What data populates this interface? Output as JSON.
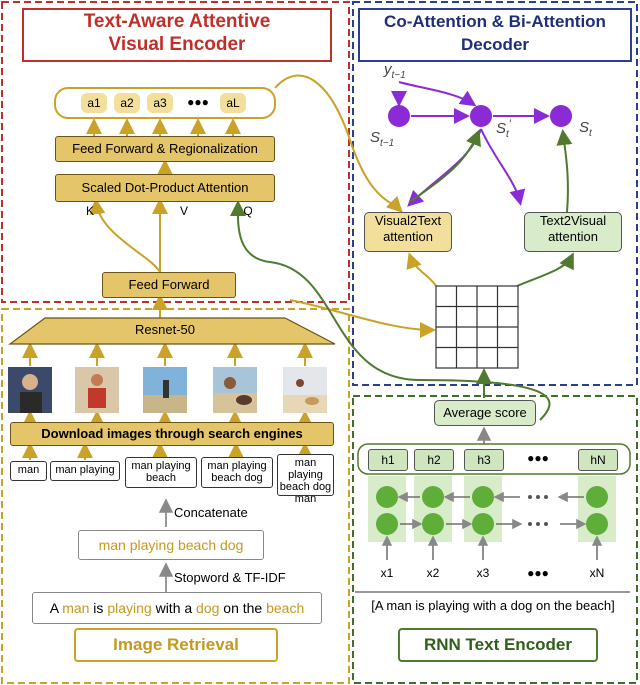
{
  "sections": {
    "visual_encoder": [
      "Text-Aware Attentive",
      "Visual Encoder"
    ],
    "decoder": [
      "Co-Attention & Bi-Attention",
      "Decoder"
    ],
    "image_retrieval": "Image Retrieval",
    "rnn_encoder": "RNN Text Encoder"
  },
  "visual_encoder": {
    "attention_outputs": [
      "a1",
      "a2",
      "a3",
      "●●●",
      "aL"
    ],
    "feed_forward_regionalization": "Feed Forward & Regionalization",
    "scaled_dot_product": "Scaled Dot-Product Attention",
    "kvq": [
      "K",
      "V",
      "Q"
    ],
    "feed_forward": "Feed Forward",
    "resnet": "Resnet-50"
  },
  "image_retrieval": {
    "download": "Download images through search engines",
    "queries": [
      "man",
      "man playing",
      "man playing beach",
      "man playing beach dog",
      "man playing beach dog man"
    ],
    "concatenate": "Concatenate",
    "keywords": "man playing beach dog",
    "stopword": "Stopword & TF-IDF",
    "sentence_parts": [
      "A ",
      "man",
      " is ",
      "playing",
      " with a ",
      "dog",
      " on the ",
      "beach"
    ]
  },
  "decoder": {
    "y_label": "y",
    "y_sub": "t−1",
    "s_prev": "S",
    "s_prev_sub": "t−1",
    "s_mid": "S",
    "s_mid_sub": "t",
    "s_mid_sup": "′",
    "s_next": "S",
    "s_next_sub": "t",
    "visual2text": [
      "Visual2Text",
      "attention"
    ],
    "text2visual": [
      "Text2Visual",
      "attention"
    ],
    "average_score": "Average score"
  },
  "rnn_encoder": {
    "hidden": [
      "h1",
      "h2",
      "h3",
      "●●●",
      "hN"
    ],
    "inputs": [
      "x1",
      "x2",
      "x3",
      "●●●",
      "xN"
    ],
    "sentence": "[A man is playing with a dog on the beach]"
  },
  "colors": {
    "red": "#c0302a",
    "blue": "#2a3f8f",
    "gold": "#c9a227",
    "green": "#4f7a2f",
    "purple": "#8a2bd6"
  }
}
